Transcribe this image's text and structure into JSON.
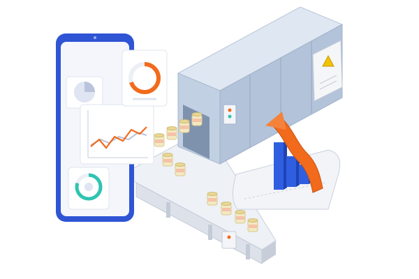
{
  "colors": {
    "phone_frame": "#2f55d4",
    "phone_screen": "#f4f6fb",
    "accent_orange": "#f26a1b",
    "accent_teal": "#2fc4b2",
    "bar_blue": "#2f5fe0",
    "machine_body": "#c9d6e8",
    "machine_shadow": "#9eb0c9",
    "conveyor": "#e4e8ef",
    "jar_body": "#f3e9c3",
    "jar_lid": "#e8d796",
    "warning_yellow": "#f2c200"
  },
  "icons": {
    "warning": "warning-triangle-icon",
    "pie": "pie-chart-icon",
    "donut": "donut-chart-icon"
  },
  "charts": {
    "orange_donut_fraction": 0.7,
    "teal_donut_fraction": 0.8,
    "growth_bars": [
      0.85,
      0.55,
      0.35
    ]
  }
}
